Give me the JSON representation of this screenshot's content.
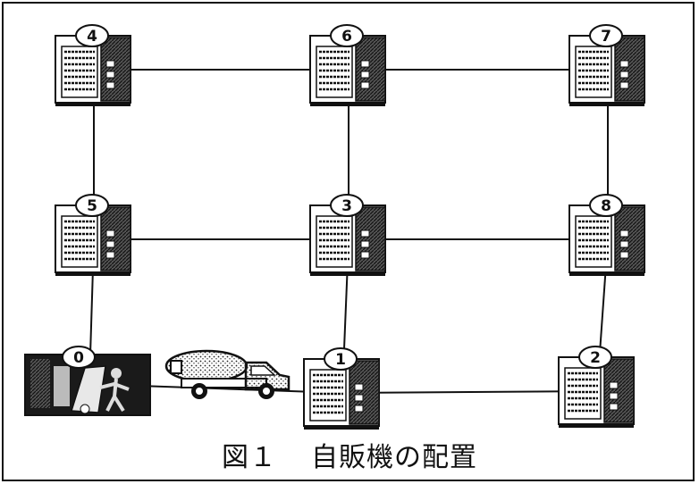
{
  "caption": {
    "figure": "図１",
    "title": "自販機の配置"
  },
  "nodes": [
    {
      "id": "0",
      "label": "0",
      "kind": "depot"
    },
    {
      "id": "1",
      "label": "1",
      "kind": "vending-machine"
    },
    {
      "id": "2",
      "label": "2",
      "kind": "vending-machine"
    },
    {
      "id": "3",
      "label": "3",
      "kind": "vending-machine"
    },
    {
      "id": "4",
      "label": "4",
      "kind": "vending-machine"
    },
    {
      "id": "5",
      "label": "5",
      "kind": "vending-machine"
    },
    {
      "id": "6",
      "label": "6",
      "kind": "vending-machine"
    },
    {
      "id": "7",
      "label": "7",
      "kind": "vending-machine"
    },
    {
      "id": "8",
      "label": "8",
      "kind": "vending-machine"
    }
  ],
  "edges": [
    [
      "4",
      "6"
    ],
    [
      "6",
      "7"
    ],
    [
      "5",
      "3"
    ],
    [
      "3",
      "8"
    ],
    [
      "0",
      "1"
    ],
    [
      "1",
      "2"
    ],
    [
      "4",
      "5"
    ],
    [
      "5",
      "0"
    ],
    [
      "6",
      "3"
    ],
    [
      "3",
      "1"
    ],
    [
      "7",
      "8"
    ],
    [
      "8",
      "2"
    ]
  ],
  "icons": {
    "machine": "vending-machine-icon",
    "depot": "depot-icon",
    "truck": "delivery-truck-icon"
  }
}
